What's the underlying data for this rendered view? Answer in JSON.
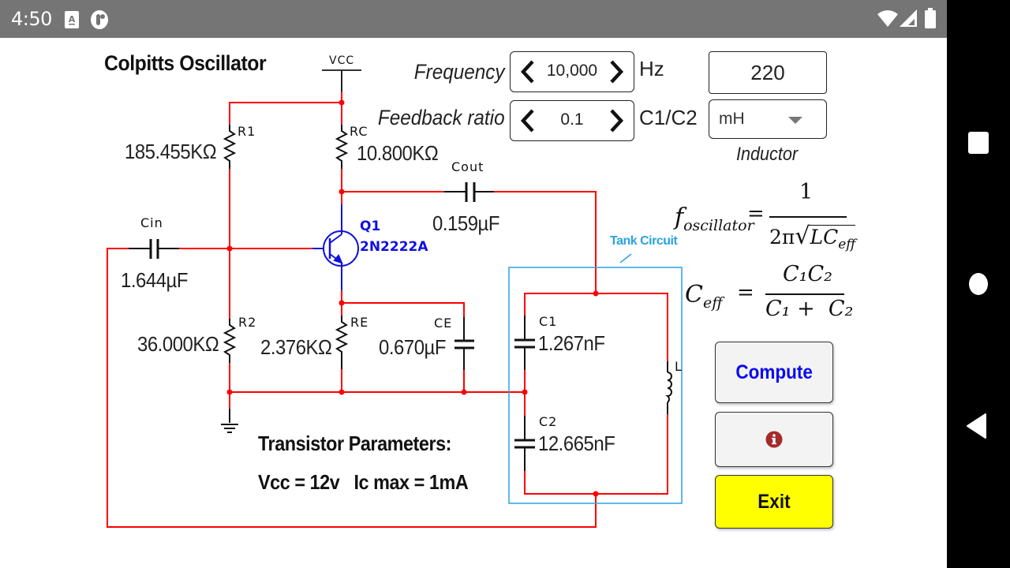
{
  "statusbar": {
    "time": "4:50",
    "left_icons": [
      "font-accessibility-icon",
      "app-notification-icon"
    ],
    "right_icons": [
      "wifi-icon",
      "cell-signal-icon",
      "battery-icon"
    ]
  },
  "navbar": {
    "buttons": [
      "recents-button",
      "home-button",
      "back-button"
    ]
  },
  "app": {
    "title": "Colpitts Oscillator",
    "controls": {
      "frequency": {
        "label": "Frequency",
        "value": "10,000",
        "unit": "Hz"
      },
      "feedback_ratio": {
        "label": "Feedback ratio",
        "value": "0.1",
        "unit": "C1/C2"
      },
      "inductor": {
        "value": "220",
        "unit_selected": "mH",
        "label": "Inductor"
      }
    },
    "schematic": {
      "vcc_label": "VCC",
      "r1": {
        "name": "R1",
        "value": "185.455KΩ"
      },
      "rc": {
        "name": "RC",
        "value": "10.800KΩ"
      },
      "cout": {
        "name": "Cout",
        "value": "0.159µF"
      },
      "cin": {
        "name": "Cin",
        "value": "1.644µF"
      },
      "q1": {
        "name": "Q1",
        "part": "2N2222A"
      },
      "r2": {
        "name": "R2",
        "value": "36.000KΩ"
      },
      "re": {
        "name": "RE",
        "value": "2.376KΩ"
      },
      "ce": {
        "name": "CE",
        "value": "0.670µF"
      },
      "c1": {
        "name": "C1",
        "value": "1.267nF"
      },
      "c2": {
        "name": "C2",
        "value": "12.665nF"
      },
      "l": {
        "name": "L"
      },
      "tank_label": "Tank Circuit",
      "wire_color": "#ff0000",
      "transistor_color": "#1010e0",
      "tank_color": "#2aa3e0"
    },
    "transistor_params": {
      "heading": "Transistor Parameters:",
      "values": "Vcc = 12v   Ic max = 1mA"
    },
    "formulas": {
      "f_lhs_main": "f",
      "f_lhs_sub": "oscillator",
      "f_num": "1",
      "f_den_prefix": "2π",
      "f_den_rad": "LC",
      "f_den_sub": "eff",
      "c_lhs_main": "C",
      "c_lhs_sub": "eff",
      "c_num": "C₁C₂",
      "c_den": "C₁ +  C₂"
    },
    "buttons": {
      "compute": "Compute",
      "info_icon": "info-icon",
      "exit": "Exit"
    },
    "colors": {
      "compute_text": "#0a0af0",
      "info_icon": "#a52a2a",
      "exit_bg": "#ffff00"
    }
  }
}
